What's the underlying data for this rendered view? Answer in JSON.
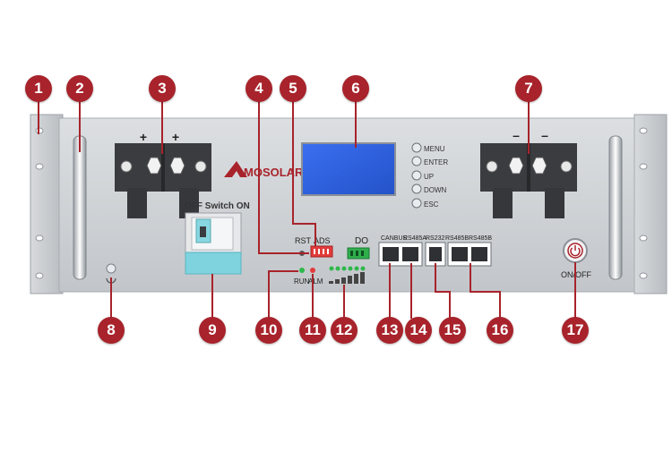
{
  "brand": {
    "logo_text": "MOSOLAR"
  },
  "labels": {
    "plus_left": "+",
    "plus_right": "+",
    "minus_left": "–",
    "minus_right": "–",
    "breaker": "OFF Switch ON",
    "rst": "RST",
    "ads": "ADS",
    "do": "DO",
    "run": "RUN",
    "alm": "ALM",
    "canbus": "CANBUS",
    "rs485a": "RS485A",
    "rs232": "RS232",
    "rs485b_1": "RS485B",
    "rs485b_2": "RS485B",
    "onoff": "ON/OFF"
  },
  "menu": {
    "items": [
      "MENU",
      "ENTER",
      "UP",
      "DOWN",
      "ESC"
    ]
  },
  "callouts": [
    "1",
    "2",
    "3",
    "4",
    "5",
    "6",
    "7",
    "8",
    "9",
    "10",
    "11",
    "12",
    "13",
    "14",
    "15",
    "16",
    "17"
  ],
  "colors": {
    "callout": "#a8232b",
    "panel": "#cfd2d6",
    "lcd": "#2f63e0",
    "breaker_cover": "#7fd3de",
    "terminal": "#3a3c3f",
    "dip": "#e23b3b",
    "led_green": "#2fb84a"
  }
}
